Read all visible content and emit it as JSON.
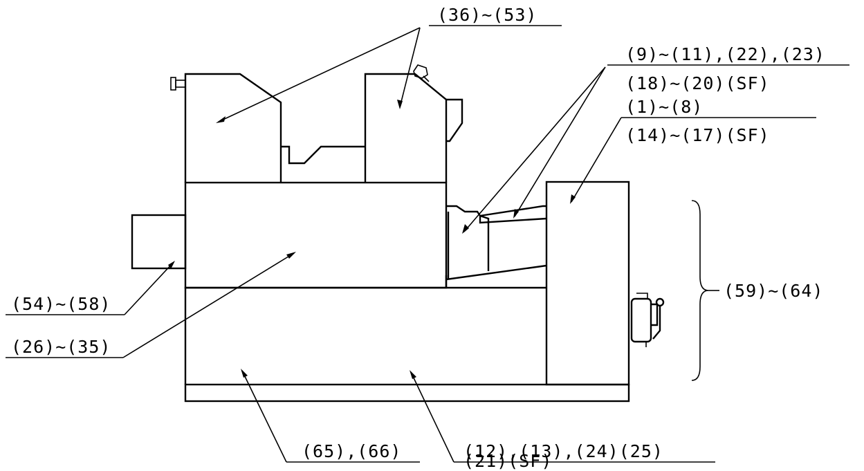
{
  "labels": {
    "top_group": "(36)~(53)",
    "right_upper_1": "(9)~(11),(22),(23)",
    "right_upper_2": "(18)~(20)(SF)",
    "right_mid_1": "(1)~(8)",
    "right_mid_2": "(14)~(17)(SF)",
    "brace_group": "(59)~(64)",
    "left_upper": "(54)~(58)",
    "left_lower": "(26)~(35)",
    "bottom_left": "(65),(66)",
    "bottom_right_1": "(12),(13),(24)(25)",
    "bottom_right_2": "(21)(SF)"
  }
}
